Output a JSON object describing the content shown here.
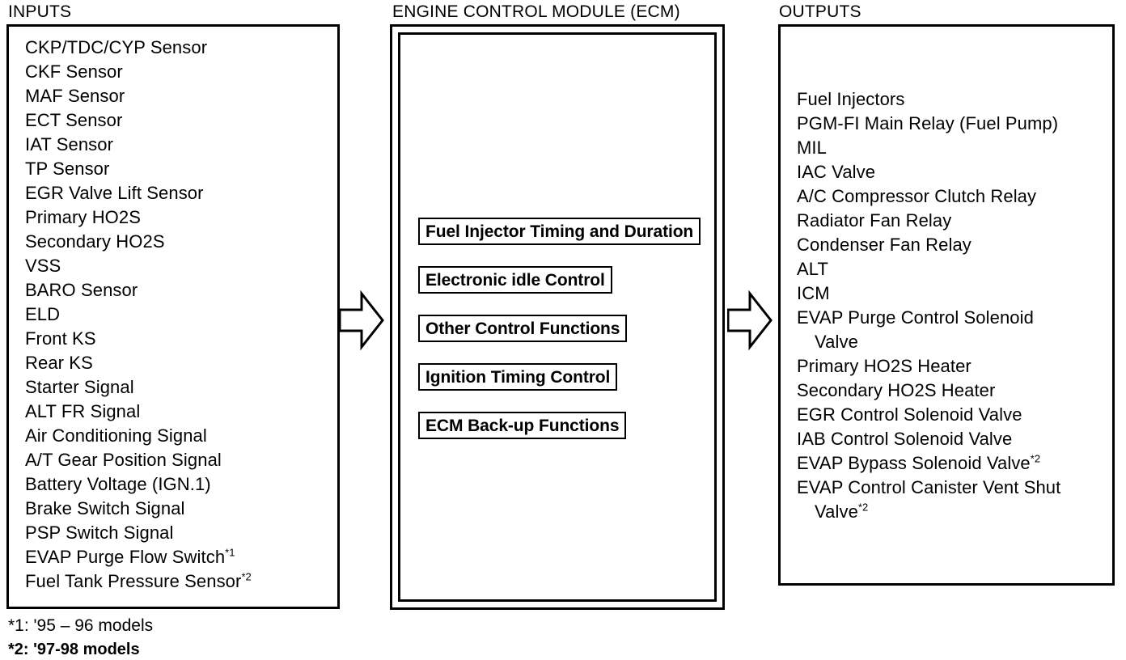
{
  "headers": {
    "inputs": "INPUTS",
    "ecm": "ENGINE CONTROL MODULE (ECM)",
    "outputs": "OUTPUTS"
  },
  "inputs": {
    "items": [
      "CKP/TDC/CYP Sensor",
      "CKF Sensor",
      "MAF Sensor",
      "ECT Sensor",
      "IAT Sensor",
      "TP Sensor",
      "EGR Valve Lift Sensor",
      "Primary HO2S",
      "Secondary HO2S",
      "VSS",
      "BARO Sensor",
      "ELD",
      "Front KS",
      "Rear KS",
      "Starter Signal",
      "ALT FR Signal",
      "Air Conditioning Signal",
      "A/T Gear Position Signal",
      "Battery Voltage (IGN.1)",
      "Brake Switch Signal",
      "PSP Switch Signal",
      "EVAP Purge Flow Switch",
      "Fuel Tank Pressure Sensor"
    ],
    "footnote_marks": {
      "21": "*1",
      "22": "*2"
    }
  },
  "ecm": {
    "functions": [
      "Fuel Injector Timing and Duration",
      "Electronic idle Control",
      "Other Control Functions",
      "Ignition Timing Control",
      "ECM Back-up Functions"
    ]
  },
  "outputs": {
    "items": [
      "Fuel Injectors",
      "PGM-FI Main Relay (Fuel Pump)",
      "MIL",
      "IAC Valve",
      "A/C Compressor Clutch Relay",
      "Radiator Fan Relay",
      "Condenser Fan Relay",
      "ALT",
      "ICM",
      "EVAP Purge Control Solenoid",
      "Valve",
      "Primary HO2S Heater",
      "Secondary HO2S Heater",
      "EGR Control Solenoid Valve",
      "IAB Control Solenoid Valve",
      "EVAP Bypass Solenoid Valve",
      "EVAP Control Canister Vent Shut",
      "Valve"
    ],
    "continuation_indices": [
      10,
      17
    ],
    "footnote_marks": {
      "15": "*2",
      "17": "*2"
    }
  },
  "footnotes": [
    "*1: '95 – 96 models",
    "*2: '97-98 models"
  ],
  "flow": {
    "arrow_left": "right-arrow-icon",
    "arrow_right": "right-arrow-icon"
  },
  "colors": {
    "stroke": "#000000",
    "background": "#ffffff"
  }
}
